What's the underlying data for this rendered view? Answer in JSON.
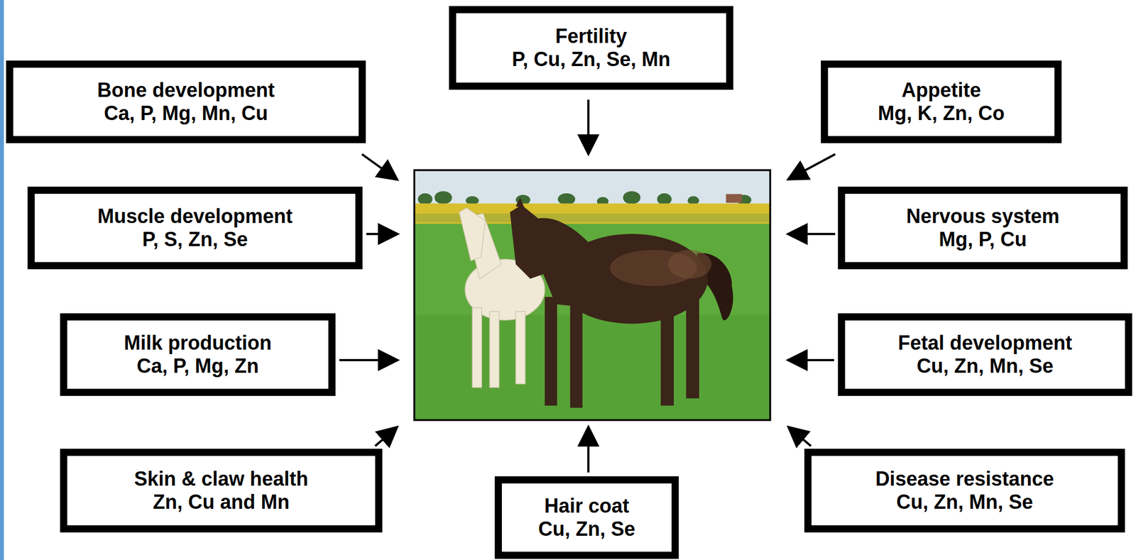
{
  "diagram": {
    "nodes": [
      {
        "text": [
          "Fertility",
          "P, Cu, Zn, Se, Mn"
        ]
      },
      {
        "text": [
          "Bone development",
          "Ca, P, Mg, Mn, Cu"
        ]
      },
      {
        "text": [
          "Appetite",
          "Mg, K, Zn, Co"
        ]
      },
      {
        "text": [
          "Muscle development",
          "P, S, Zn, Se"
        ]
      },
      {
        "text": [
          "Nervous system",
          "Mg, P, Cu"
        ]
      },
      {
        "text": [
          "Milk production",
          "Ca, P, Mg, Zn"
        ]
      },
      {
        "text": [
          "Fetal development",
          "Cu, Zn, Mn, Se"
        ]
      },
      {
        "text": [
          "Skin & claw health",
          "Zn, Cu and Mn"
        ]
      },
      {
        "text": [
          "Disease resistance",
          "Cu, Zn, Mn, Se"
        ]
      },
      {
        "text": [
          "Hair coat",
          "Cu, Zn, Se"
        ]
      }
    ]
  }
}
